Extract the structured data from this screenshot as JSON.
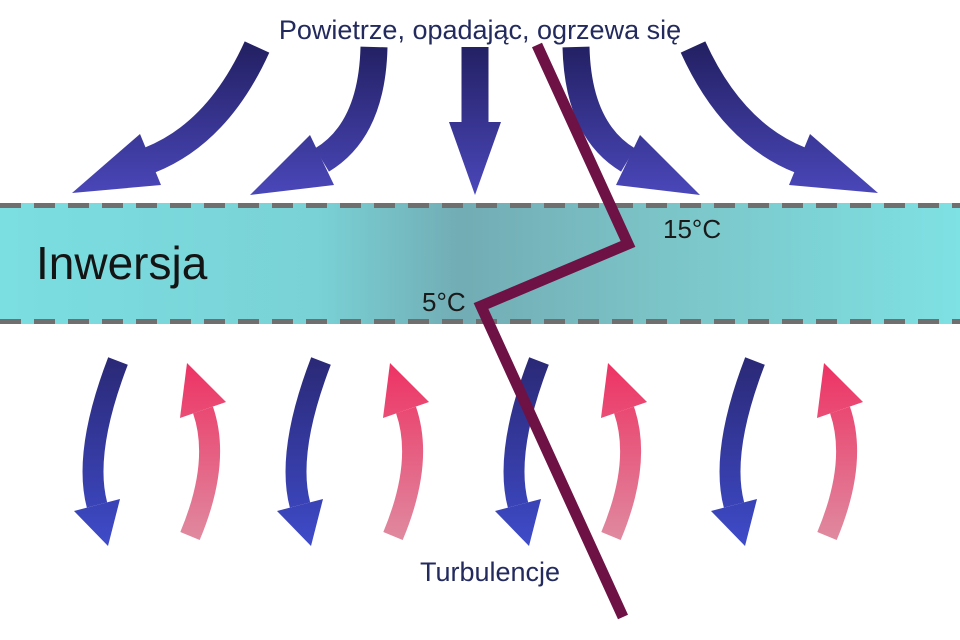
{
  "diagram": {
    "top_caption": "Powietrze, opadając, ogrzewa się",
    "band_label": "Inwersja",
    "temp_upper": "15°C",
    "temp_lower": "5°C",
    "bottom_caption": "Turbulencje",
    "colors": {
      "caption_navy": "#222A5E",
      "label_black": "#141414",
      "temp_text": "#1A1A1A",
      "temp_line": "#6E1245",
      "dash_gray": "#6F6F6F",
      "desc_arrow_top": "#232063",
      "desc_arrow_bottom": "#4B48BC",
      "turb_blue_top": "#2A2875",
      "turb_blue_bottom": "#3F4CCB",
      "turb_pink_top": "#EE2D60",
      "turb_pink_bottom": "#DF8CA1"
    },
    "band_gradient": [
      "#7BDEE1",
      "#79D2D6",
      "#72ACB4",
      "#7BC3C6",
      "#7EE1E3"
    ]
  }
}
